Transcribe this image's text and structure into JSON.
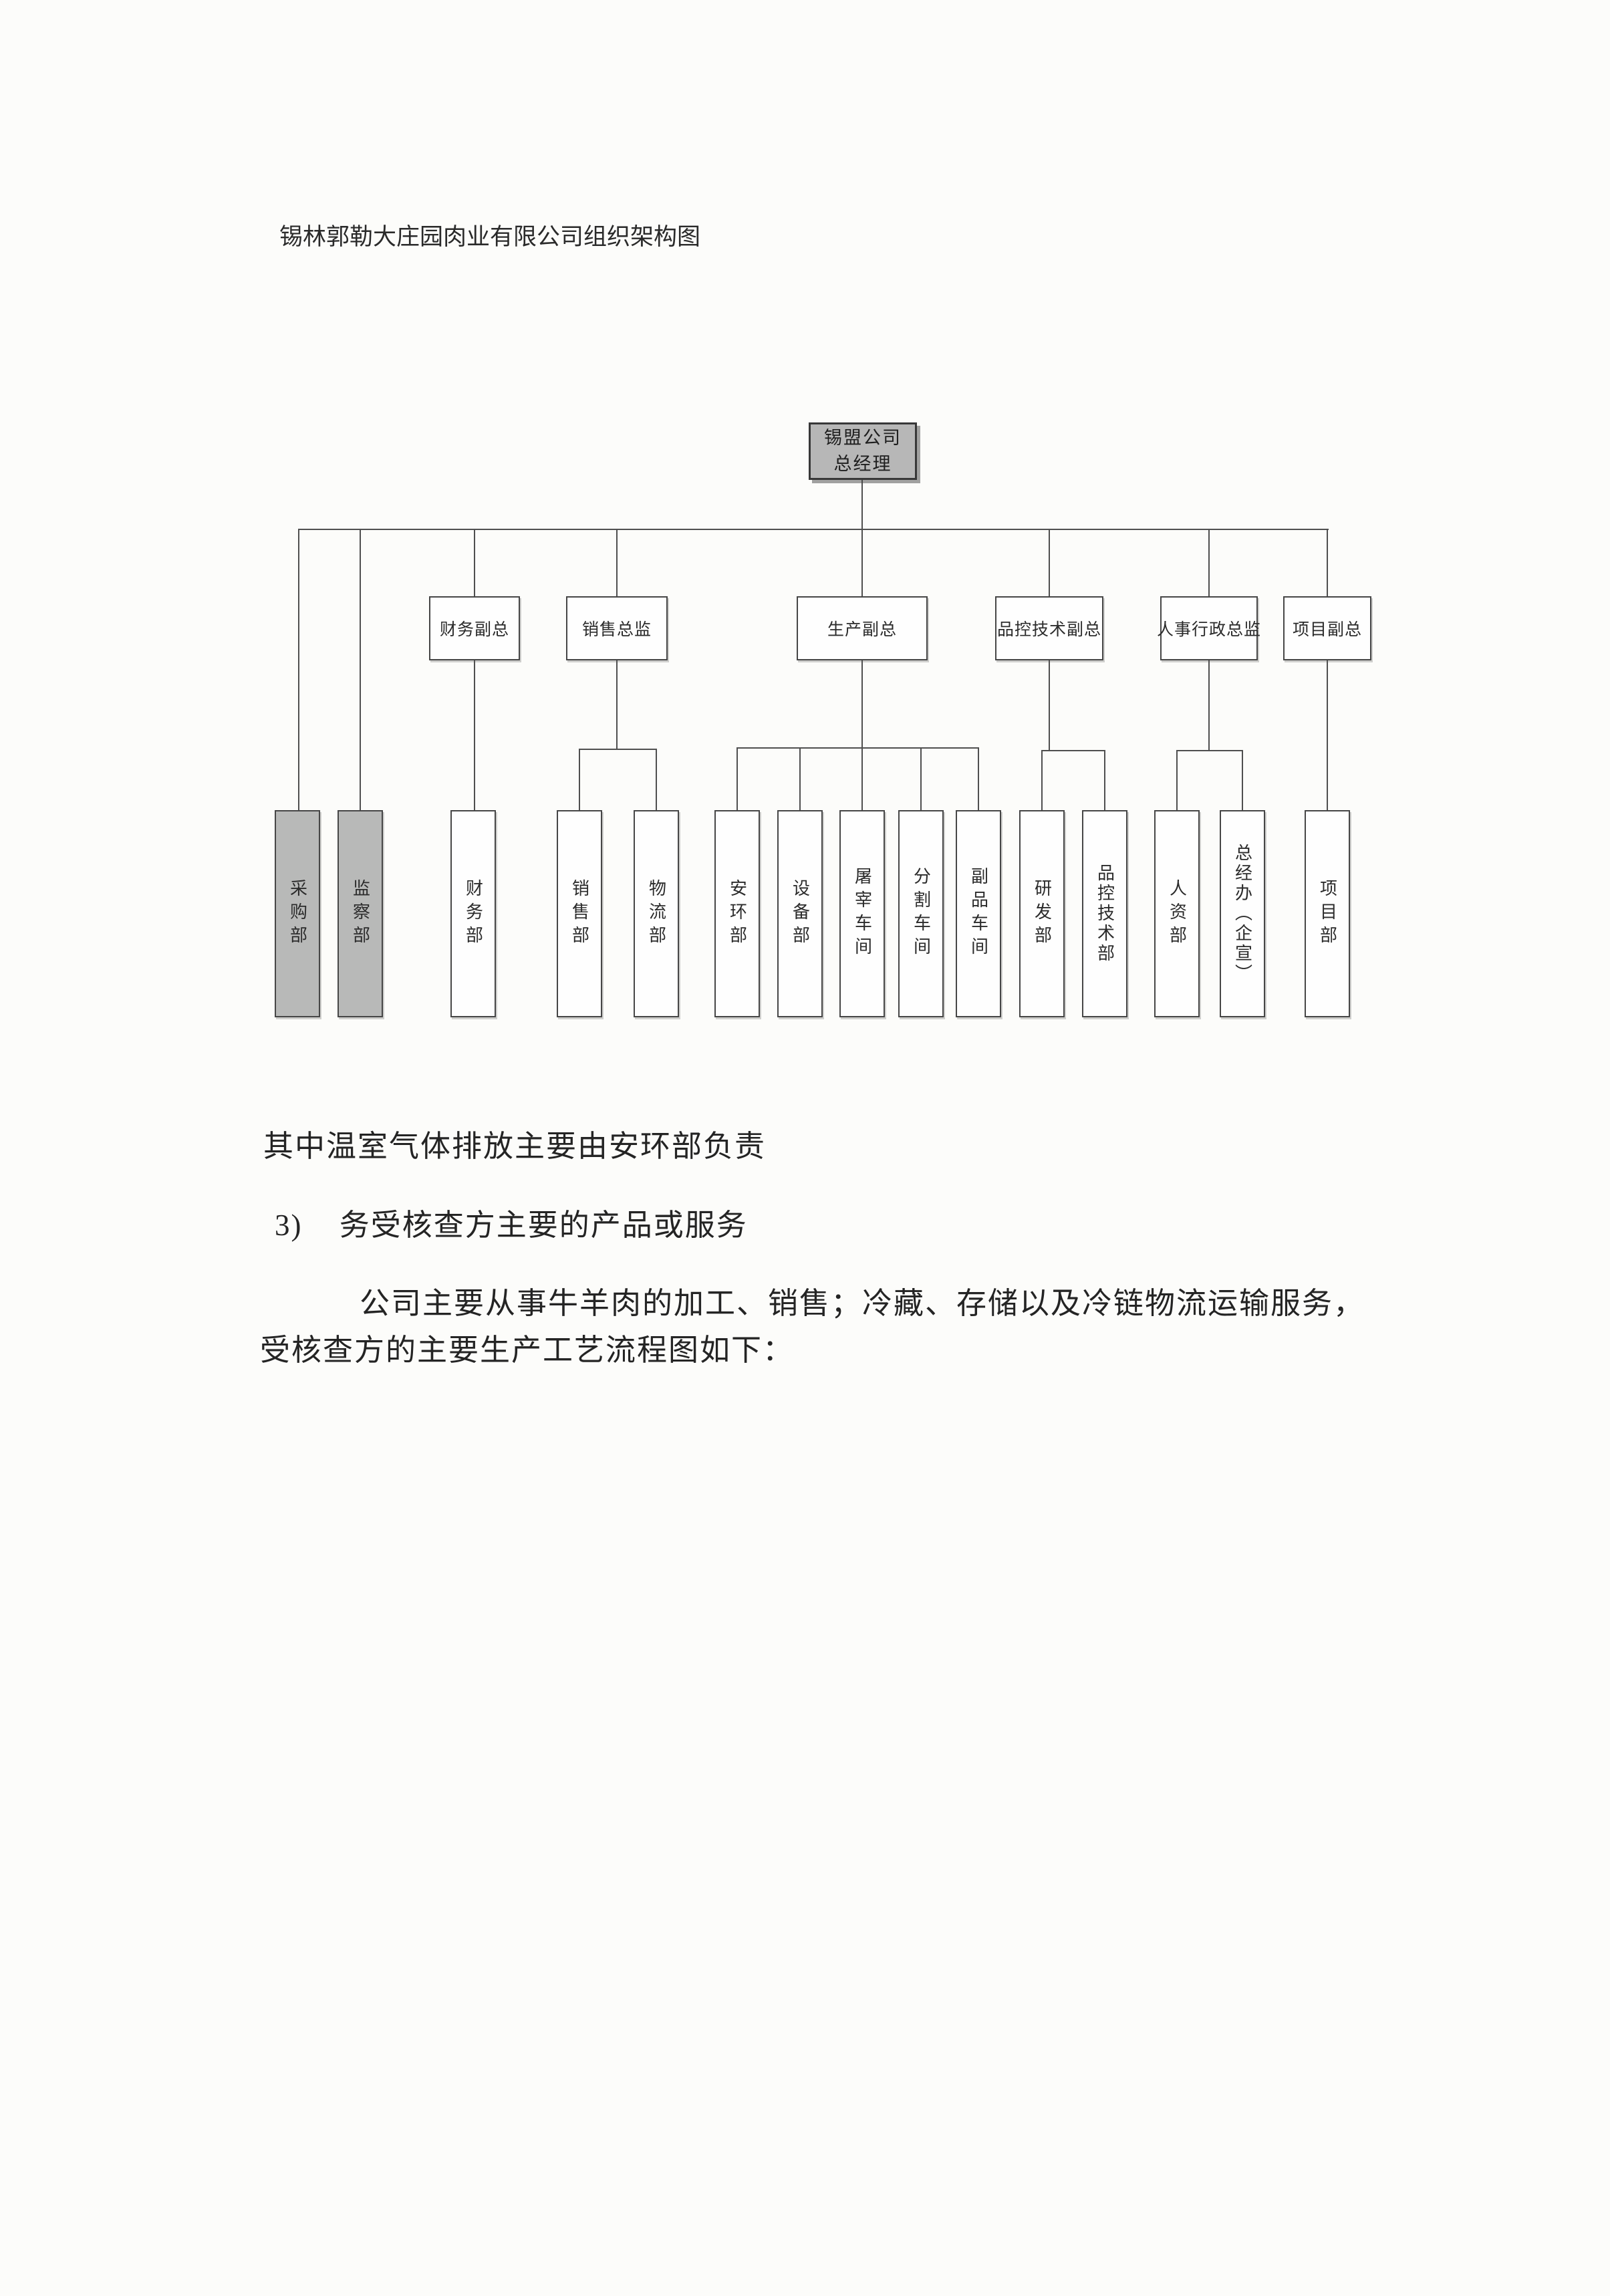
{
  "document": {
    "title": "锡林郭勒大庄园肉业有限公司组织架构图",
    "note": "其中温室气体排放主要由安环部负责",
    "list_marker": "3)",
    "list_text": "务受核查方主要的产品或服务",
    "para_line1": "公司主要从事牛羊肉的加工、销售；冷藏、存储以及冷链物流运输服务，",
    "para_line2": "受核查方的主要生产工艺流程图如下："
  },
  "org_chart": {
    "root": {
      "line1": "锡盟公司",
      "line2": "总经理"
    },
    "executives": [
      {
        "label": "财务副总",
        "reports": [
          "财务部"
        ]
      },
      {
        "label": "销售总监",
        "reports": [
          "销售部",
          "物流部"
        ]
      },
      {
        "label": "生产副总",
        "reports": [
          "安环部",
          "设备部",
          "屠宰车间",
          "分割车间",
          "副品车间"
        ]
      },
      {
        "label": "品控技术副总",
        "reports": [
          "研发部",
          "品控技术部"
        ]
      },
      {
        "label": "人事行政总监",
        "reports": [
          "人资部",
          "总经办（企宣）"
        ]
      },
      {
        "label": "项目副总",
        "reports": [
          "项目部"
        ]
      }
    ],
    "direct_departments": [
      {
        "label": "采购部",
        "highlighted": true
      },
      {
        "label": "监察部",
        "highlighted": true
      }
    ],
    "colors": {
      "highlight_fill": "#b8b9b8",
      "line": "#4f4f4f",
      "box_border": "#464646",
      "text": "#262626"
    }
  }
}
